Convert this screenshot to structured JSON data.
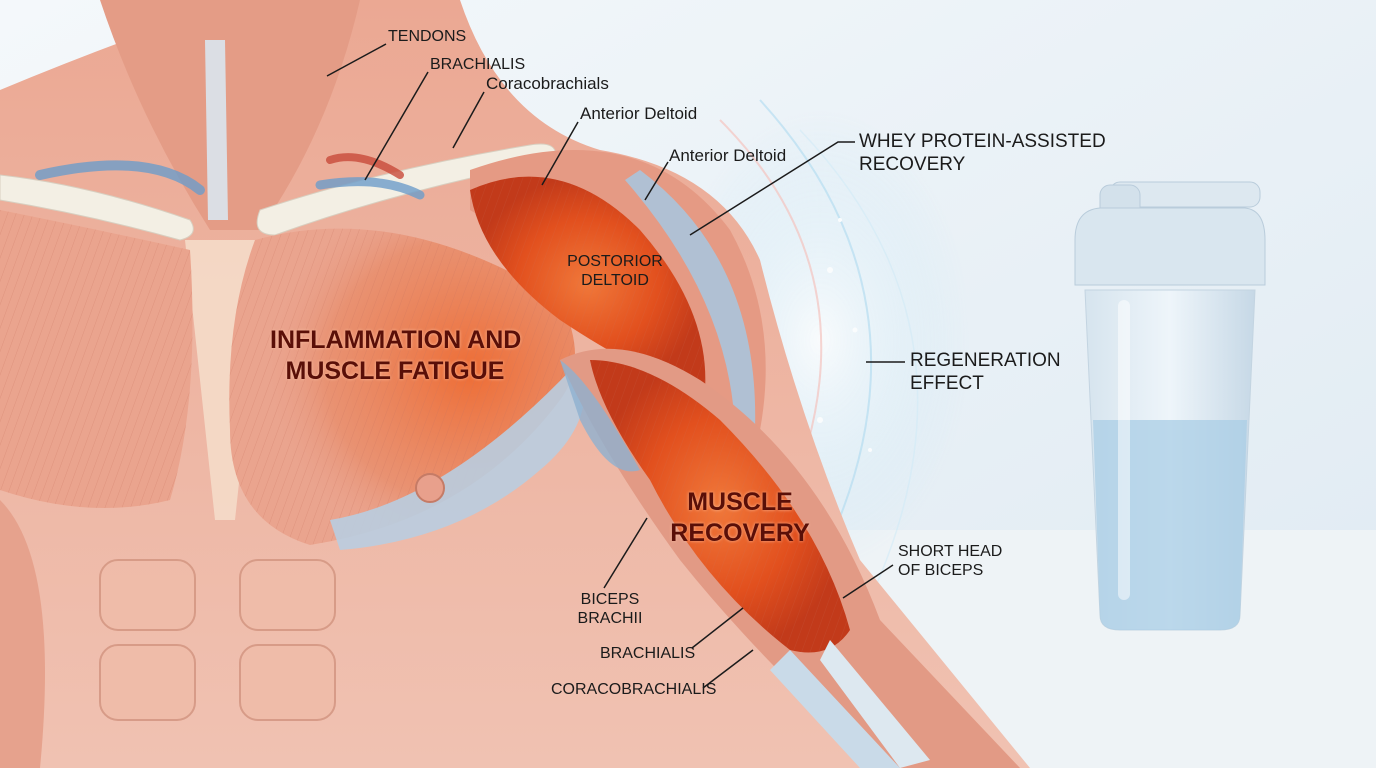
{
  "labels": {
    "tendons": "TENDONS",
    "brachialis_top": "BRACHIALIS",
    "coracobrachials": "Coracobrachials",
    "anterior_deltoid_1": "Anterior Deltoid",
    "anterior_deltoid_2": "Anterior Deltoid",
    "whey_line1": "WHEY PROTEIN-ASSISTED",
    "whey_line2": "RECOVERY",
    "posterior_line1": "POSTORIOR",
    "posterior_line2": "DELTOID",
    "inflammation_line1": "INFLAMMATION AND",
    "inflammation_line2": "MUSCLE FATIGUE",
    "regeneration_line1": "REGENERATION",
    "regeneration_line2": "EFFECT",
    "muscle_recovery_line1": "MUSCLE",
    "muscle_recovery_line2": "RECOVERY",
    "short_head_line1": "SHORT HEAD",
    "short_head_line2": "OF BICEPS",
    "biceps_line1": "BICEPS",
    "biceps_line2": "BRACHII",
    "brachialis_bottom": "BRACHIALIS",
    "coracobrachialis_bottom": "CORACOBRACHIALIS"
  },
  "colors": {
    "background": "#e9f1f6",
    "muscle": "#e8a08c",
    "highlight": "#e5531f",
    "tendon": "#aac4dc",
    "shaker": "#cfdfea",
    "liquid": "#a9cde6"
  }
}
